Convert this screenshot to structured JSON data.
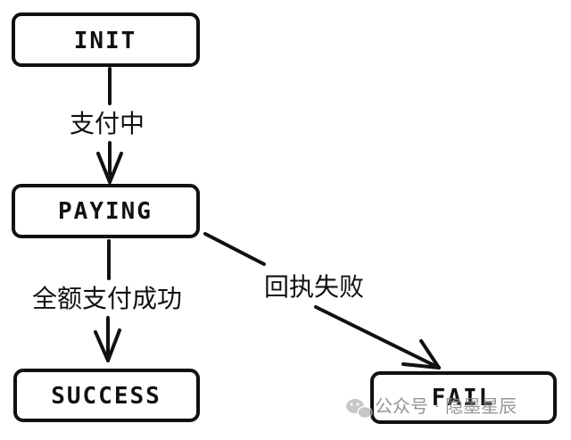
{
  "nodes": {
    "init": "INIT",
    "paying": "PAYING",
    "success": "SUCCESS",
    "fail": "FAIL"
  },
  "edges": {
    "init_to_paying": "支付中",
    "paying_to_success": "全额支付成功",
    "paying_to_fail": "回执失败"
  },
  "watermark": {
    "text": "公众号 · 隐墨星辰",
    "icon": "wechat-icon"
  }
}
